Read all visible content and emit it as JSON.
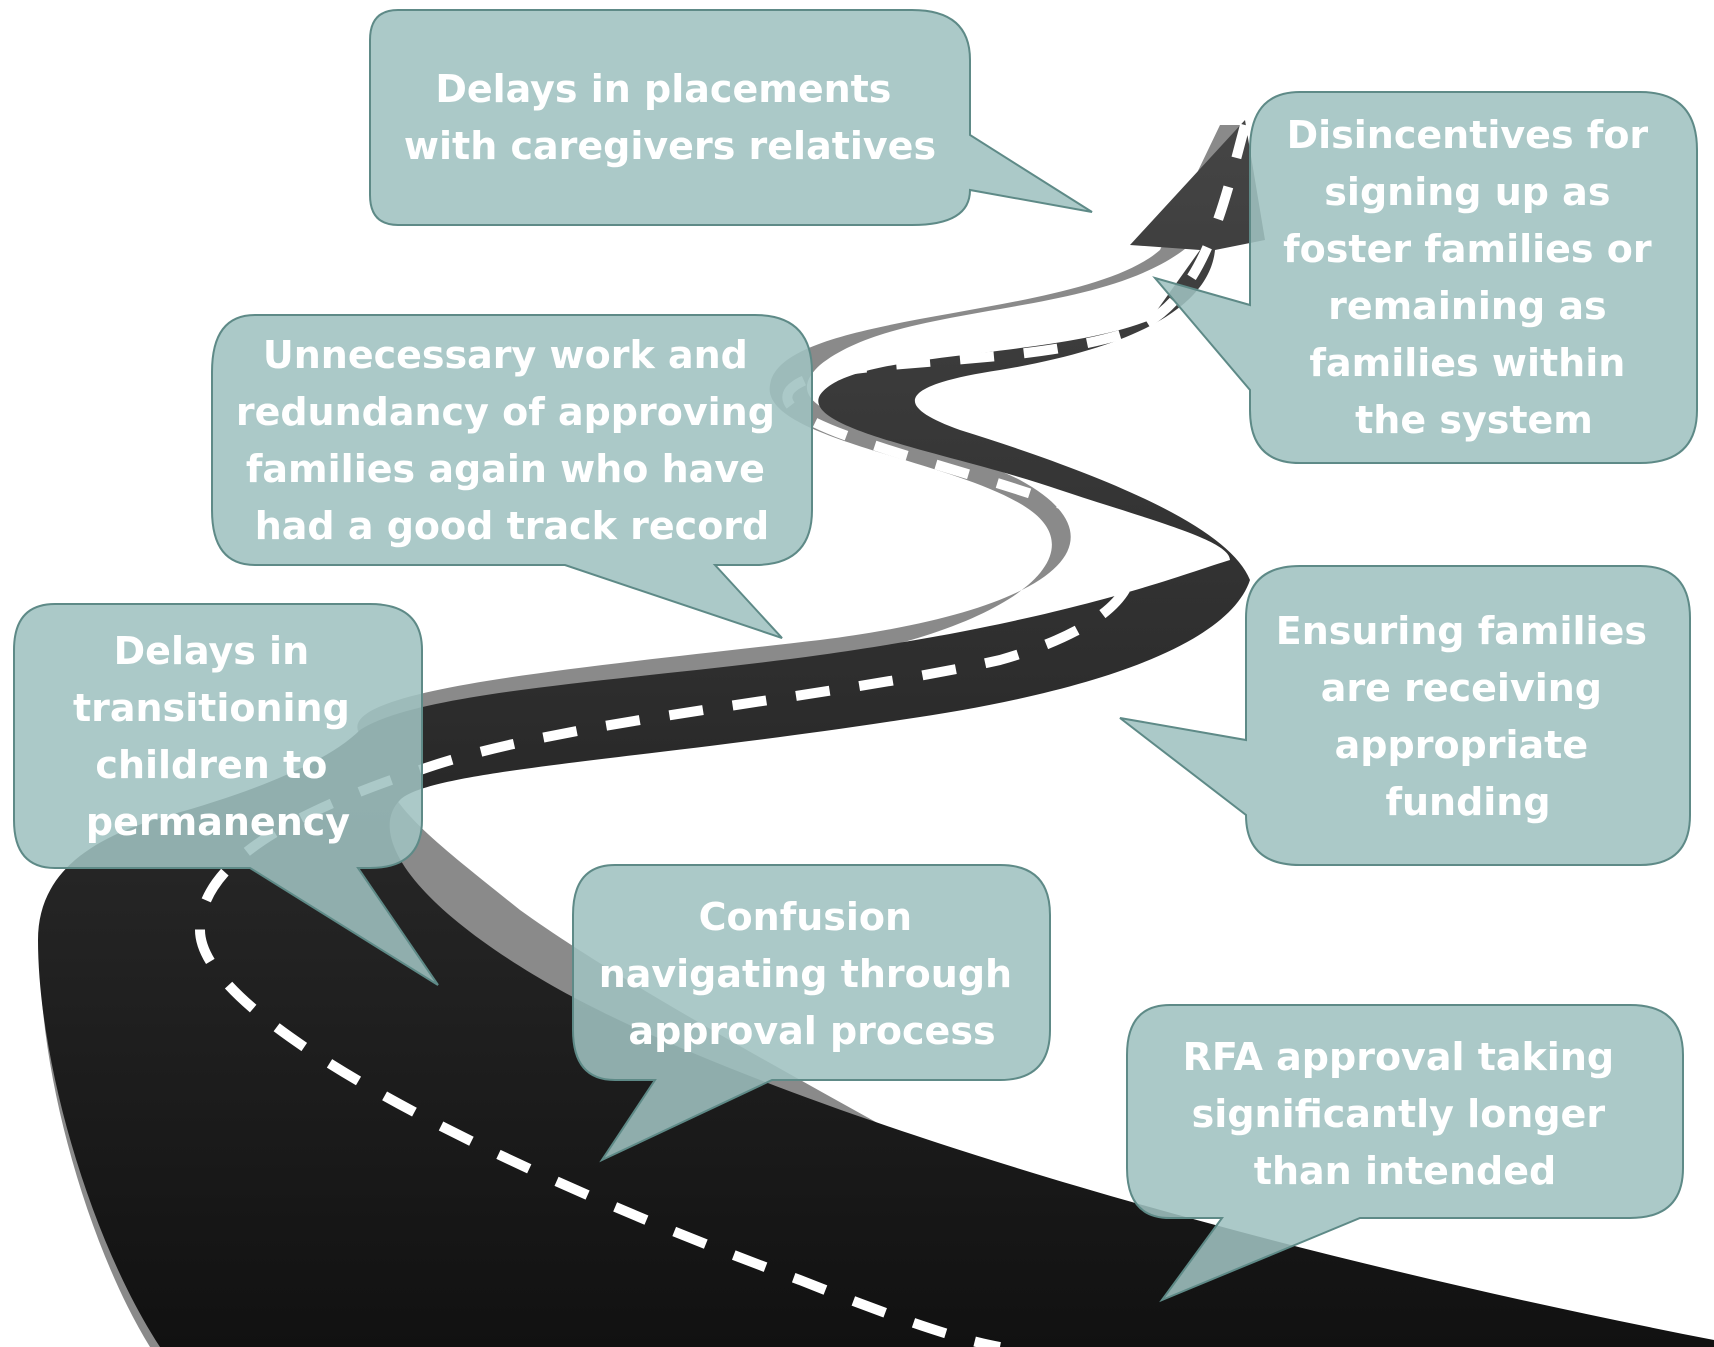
{
  "callouts": [
    {
      "id": "delays-placements",
      "lines": [
        "Delays in placements",
        "with caregivers relatives"
      ]
    },
    {
      "id": "disincentives",
      "lines": [
        "Disincentives for",
        "signing up as",
        "foster families or",
        "remaining as",
        "families within",
        "the system"
      ]
    },
    {
      "id": "unnecessary-work",
      "lines": [
        "Unnecessary work and",
        "redundancy of approving",
        "families again who have",
        "had a good track record"
      ]
    },
    {
      "id": "delays-transitioning",
      "lines": [
        "Delays in",
        "transitioning",
        "children to",
        "permanency"
      ]
    },
    {
      "id": "ensuring-funding",
      "lines": [
        "Ensuring families",
        "are receiving",
        "appropriate",
        "funding"
      ]
    },
    {
      "id": "confusion",
      "lines": [
        "Confusion",
        "navigating through",
        "approval process"
      ]
    },
    {
      "id": "rfa-approval",
      "lines": [
        "RFA approval taking",
        "significantly longer",
        "than intended"
      ]
    }
  ],
  "colors": {
    "callout_fill": "#9fc2c0",
    "callout_stroke": "#5e8a87",
    "road": "#262626",
    "road_shadow": "#8a8a8a",
    "road_marking": "#ffffff"
  }
}
